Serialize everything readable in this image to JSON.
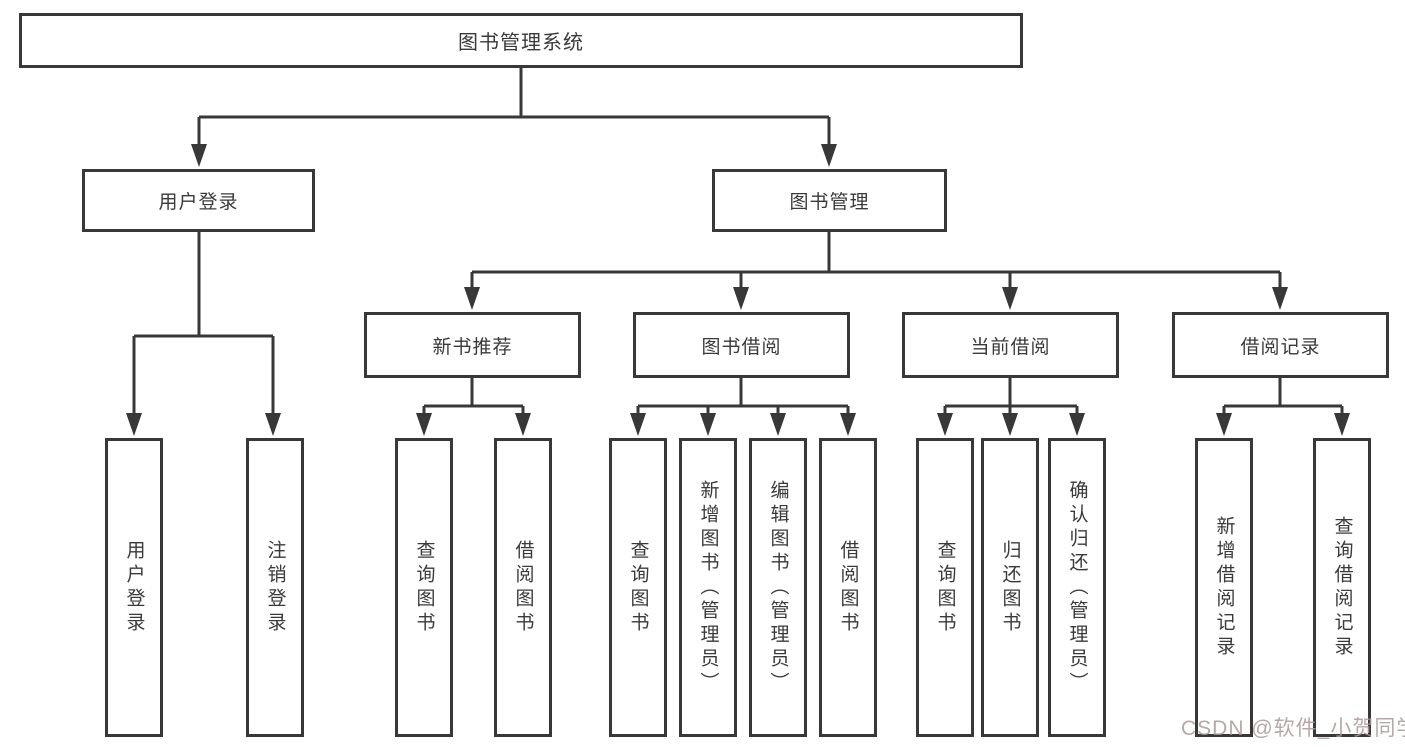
{
  "title": {
    "label": "图书管理系统"
  },
  "branches": {
    "user_login": {
      "label": "用户登录",
      "children": [
        {
          "label": "用户登录"
        },
        {
          "label": "注销登录"
        }
      ]
    },
    "book_management": {
      "label": "图书管理",
      "children": [
        {
          "label": "新书推荐",
          "children": [
            {
              "label": "查询图书"
            },
            {
              "label": "借阅图书"
            }
          ]
        },
        {
          "label": "图书借阅",
          "children": [
            {
              "label": "查询图书"
            },
            {
              "label": "新增图书（管理员）"
            },
            {
              "label": "编辑图书（管理员）"
            },
            {
              "label": "借阅图书"
            }
          ]
        },
        {
          "label": "当前借阅",
          "children": [
            {
              "label": "查询图书"
            },
            {
              "label": "归还图书"
            },
            {
              "label": "确认归还（管理员）"
            }
          ]
        },
        {
          "label": "借阅记录",
          "children": [
            {
              "label": "新增借阅记录"
            },
            {
              "label": "查询借阅记录"
            }
          ]
        }
      ]
    }
  },
  "watermark": {
    "text": "CSDN @软件_小贺同学"
  },
  "colors": {
    "line": "#383838",
    "text": "#3a3a3a",
    "background": "#ffffff",
    "watermark": "#ab9898"
  }
}
